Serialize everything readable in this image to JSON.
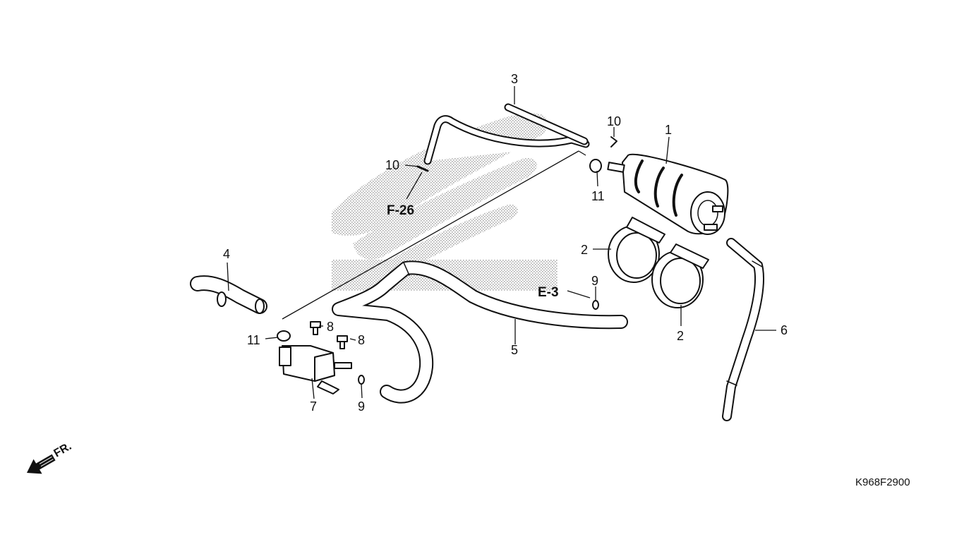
{
  "diagram_code": "K968F2900",
  "front_marker": "FR.",
  "refs": {
    "f26": "F-26",
    "e3": "E-3"
  },
  "callouts": {
    "c1": "1",
    "c2a": "2",
    "c2b": "2",
    "c3": "3",
    "c4": "4",
    "c5": "5",
    "c6": "6",
    "c7": "7",
    "c8a": "8",
    "c8b": "8",
    "c9a": "9",
    "c9b": "9",
    "c10a": "10",
    "c10b": "10",
    "c11a": "11",
    "c11b": "11"
  },
  "colors": {
    "line": "#111111",
    "watermark": "#b8b8b8",
    "background": "#ffffff"
  }
}
